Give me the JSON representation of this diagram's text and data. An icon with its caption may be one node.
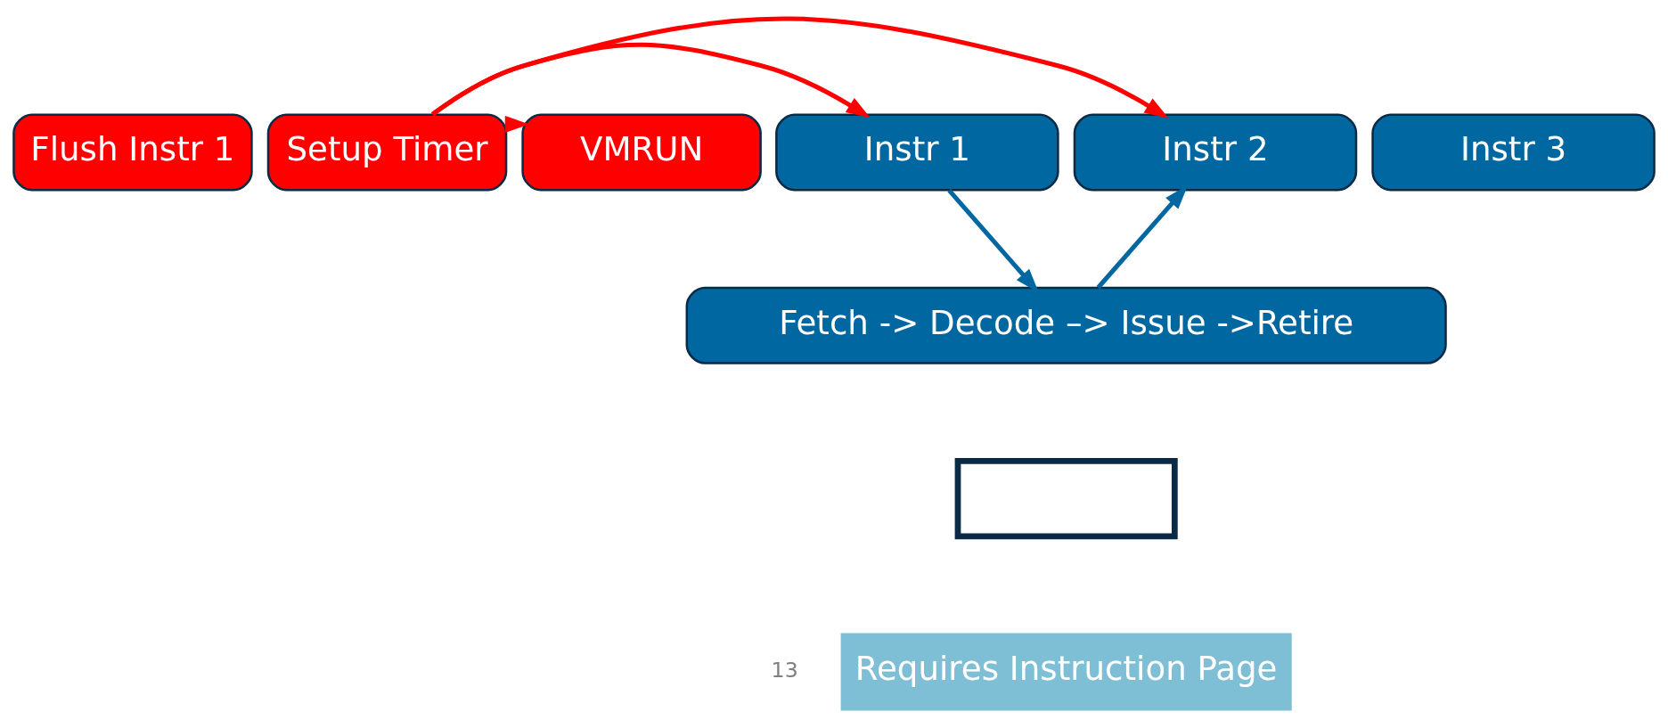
{
  "diagram": {
    "nodes": [
      {
        "text": [
          "Flush Instr 1"
        ]
      },
      {
        "text": [
          "Setup Timer"
        ]
      },
      {
        "text": [
          "VMRUN"
        ]
      },
      {
        "text": [
          "Instr 1"
        ]
      },
      {
        "text": [
          "Instr 2"
        ]
      },
      {
        "text": [
          "Instr 3"
        ]
      },
      {
        "text": [
          "Fetch -> Decode –> Issue ->Retire"
        ]
      },
      {
        "text": [],
        "shape": "box"
      },
      {
        "text": [
          "Requires Instruction Page"
        ]
      }
    ],
    "edges": [
      {
        "from": 1,
        "to": 2,
        "arrow": "to",
        "color": "#ff0000"
      },
      {
        "from": 1,
        "to": 3,
        "arrow": "to",
        "color": "#ff0000"
      },
      {
        "from": 1,
        "to": 4,
        "arrow": "to",
        "color": "#ff0000"
      },
      {
        "from": 3,
        "to": 6,
        "arrow": "to",
        "color": "#0067a0"
      },
      {
        "from": 6,
        "to": 4,
        "arrow": "to",
        "color": "#0067a0"
      }
    ],
    "labels": [
      "13"
    ]
  }
}
